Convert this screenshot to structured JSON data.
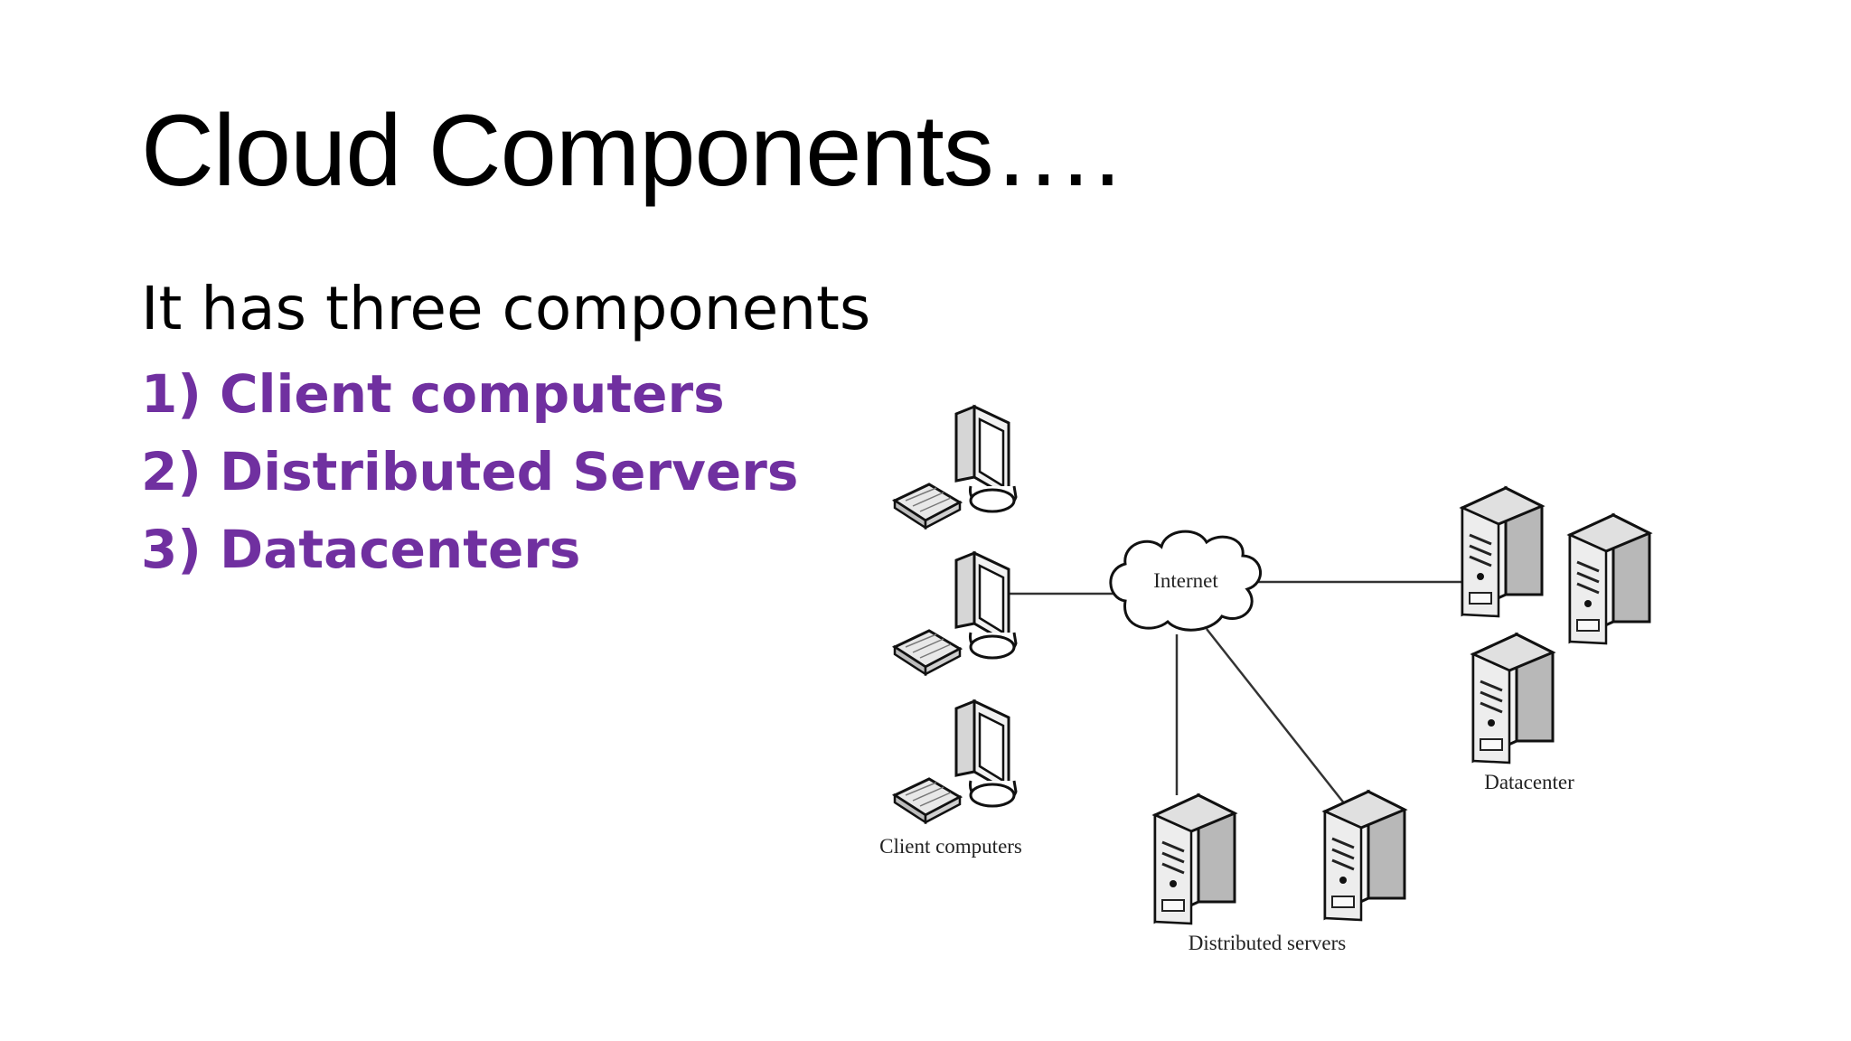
{
  "slide": {
    "title": "Cloud Components….",
    "intro": "It has three components",
    "items": [
      "1) Client computers",
      "2) Distributed Servers",
      "3) Datacenters"
    ],
    "accent_color": "#7030a0"
  },
  "diagram": {
    "labels": {
      "internet": "Internet",
      "clients": "Client computers",
      "distributed": "Distributed servers",
      "datacenter": "Datacenter"
    },
    "icons": [
      "computer-icon",
      "cloud-icon",
      "server-icon"
    ]
  }
}
